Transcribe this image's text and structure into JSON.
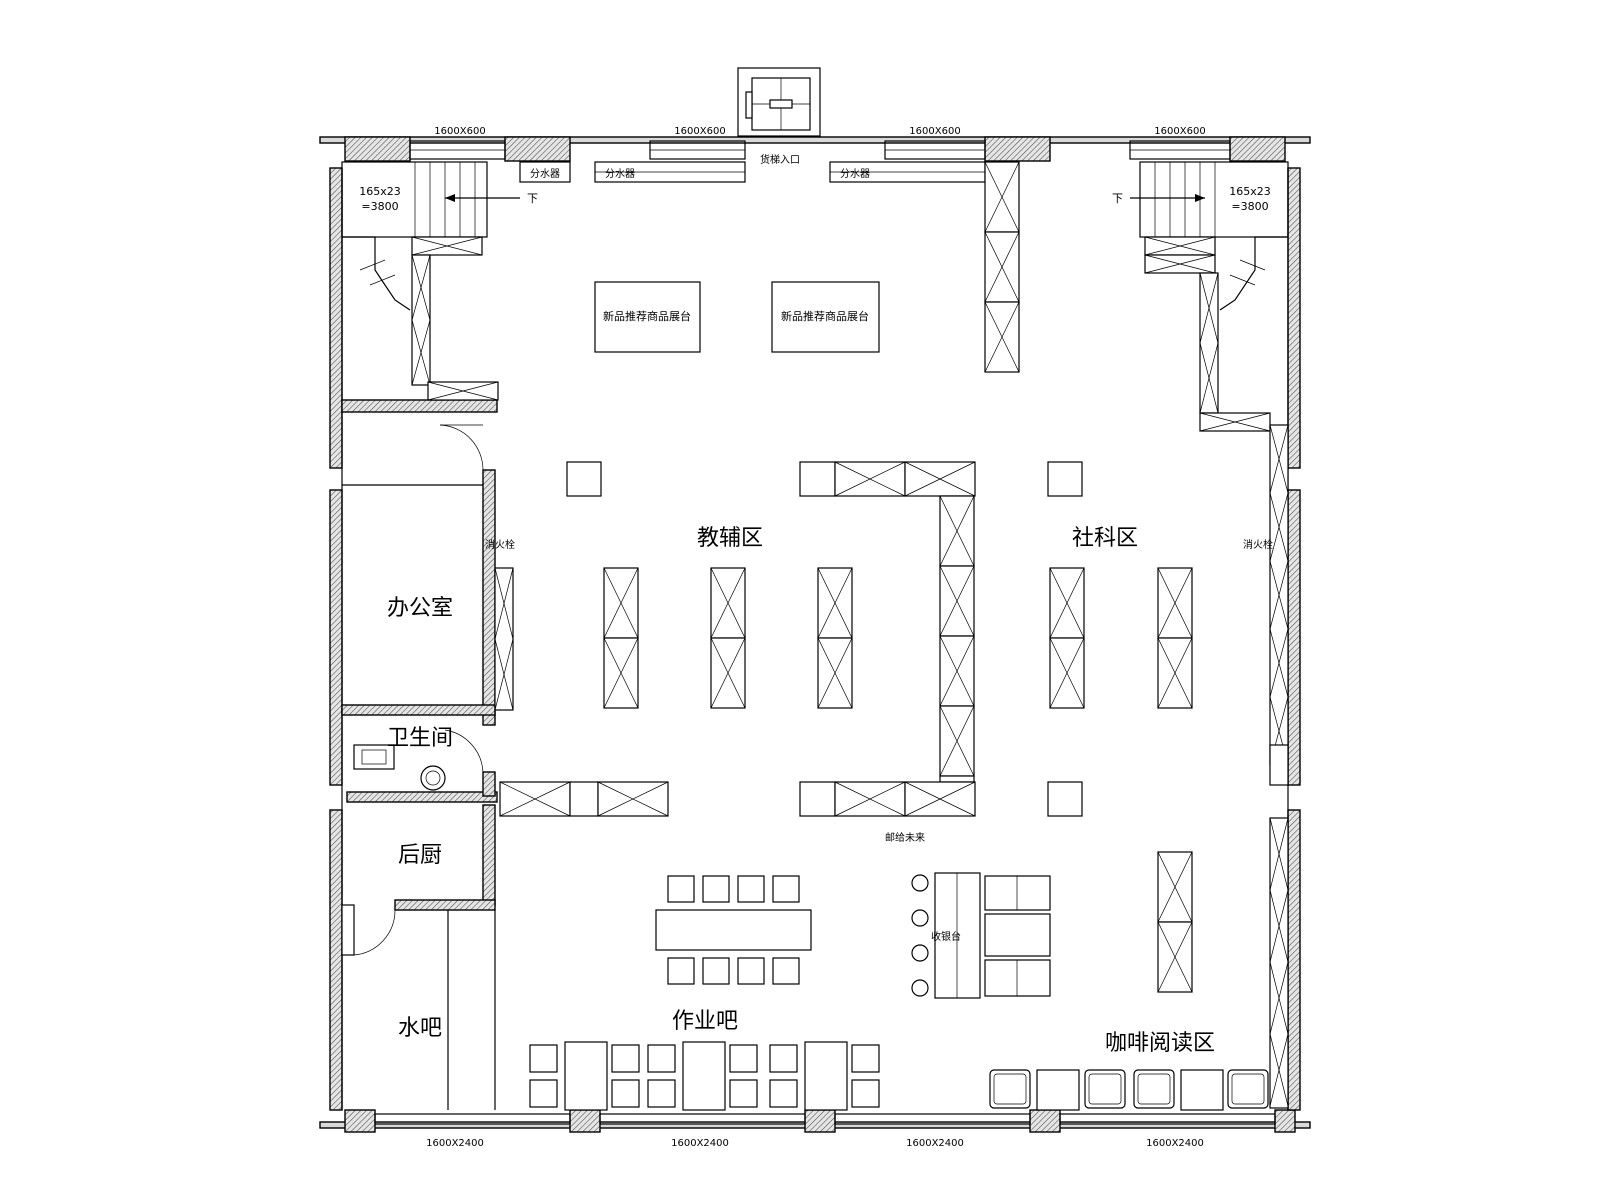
{
  "rooms": {
    "teaching_aids": "教辅区",
    "social_science": "社科区",
    "office": "办公室",
    "restroom": "卫生间",
    "back_kitchen": "后厨",
    "water_bar": "水吧",
    "homework_bar": "作业吧",
    "coffee_reading": "咖啡阅读区"
  },
  "labels": {
    "cargo_entrance": "货梯入口",
    "new_book_display_1": "新品推荐商品展台",
    "new_book_display_2": "新品推荐商品展台",
    "mail_future": "邮给未来",
    "cashier": "收银台",
    "hydrant": "消火栓",
    "water_valve": "分水器",
    "stair_dir_left": "下",
    "stair_dir_right": "下",
    "stair_spec_left": "165x23",
    "stair_spec_left_2": "=3800",
    "stair_spec_right": "165x23",
    "stair_spec_right_2": "=3800",
    "window_top": "1600X600",
    "window_bottom": "1600X2400"
  },
  "colors": {
    "line": "#000000",
    "wall_fill": "#d9d9d9"
  }
}
